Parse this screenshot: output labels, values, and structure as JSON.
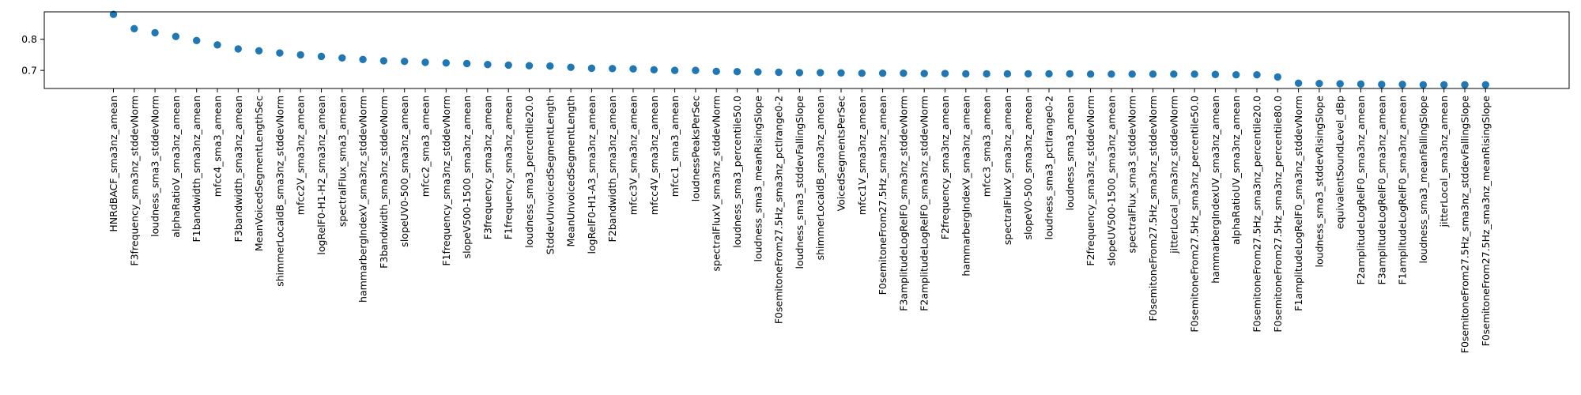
{
  "chart_data": {
    "type": "scatter",
    "title": "",
    "xlabel": "",
    "ylabel": "",
    "ylim": [
      0.642,
      0.888
    ],
    "yticks": [
      0.7,
      0.8
    ],
    "ytick_labels": [
      "0.7",
      "0.8"
    ],
    "grid": false,
    "legend": "none",
    "marker_color": "#1f77b4",
    "categories": [
      "HNRdBACF_sma3nz_amean",
      "F3frequency_sma3nz_stddevNorm",
      "loudness_sma3_stddevNorm",
      "alphaRatioV_sma3nz_amean",
      "F1bandwidth_sma3nz_amean",
      "mfcc4_sma3_amean",
      "F3bandwidth_sma3nz_amean",
      "MeanVoicedSegmentLengthSec",
      "shimmerLocaldB_sma3nz_stddevNorm",
      "mfcc2V_sma3nz_amean",
      "logRelF0-H1-H2_sma3nz_amean",
      "spectralFlux_sma3_amean",
      "hammarbergIndexV_sma3nz_stddevNorm",
      "F3bandwidth_sma3nz_stddevNorm",
      "slopeUV0-500_sma3nz_amean",
      "mfcc2_sma3_amean",
      "F1frequency_sma3nz_stddevNorm",
      "slopeV500-1500_sma3nz_amean",
      "F3frequency_sma3nz_amean",
      "F1frequency_sma3nz_amean",
      "loudness_sma3_percentile20.0",
      "StddevUnvoicedSegmentLength",
      "MeanUnvoicedSegmentLength",
      "logRelF0-H1-A3_sma3nz_amean",
      "F2bandwidth_sma3nz_amean",
      "mfcc3V_sma3nz_amean",
      "mfcc4V_sma3nz_amean",
      "mfcc1_sma3_amean",
      "loudnessPeaksPerSec",
      "spectralFluxV_sma3nz_stddevNorm",
      "loudness_sma3_percentile50.0",
      "loudness_sma3_meanRisingSlope",
      "F0semitoneFrom27.5Hz_sma3nz_pctlrange0-2",
      "loudness_sma3_stddevFallingSlope",
      "shimmerLocaldB_sma3nz_amean",
      "VoicedSegmentsPerSec",
      "mfcc1V_sma3nz_amean",
      "F0semitoneFrom27.5Hz_sma3nz_amean",
      "F3amplitudeLogRelF0_sma3nz_stddevNorm",
      "F2amplitudeLogRelF0_sma3nz_stddevNorm",
      "F2frequency_sma3nz_amean",
      "hammarbergIndexV_sma3nz_amean",
      "mfcc3_sma3_amean",
      "spectralFluxV_sma3nz_amean",
      "slopeV0-500_sma3nz_amean",
      "loudness_sma3_pctlrange0-2",
      "loudness_sma3_amean",
      "F2frequency_sma3nz_stddevNorm",
      "slopeUV500-1500_sma3nz_amean",
      "spectralFlux_sma3_stddevNorm",
      "F0semitoneFrom27.5Hz_sma3nz_stddevNorm",
      "jitterLocal_sma3nz_stddevNorm",
      "F0semitoneFrom27.5Hz_sma3nz_percentile50.0",
      "hammarbergIndexUV_sma3nz_amean",
      "alphaRatioUV_sma3nz_amean",
      "F0semitoneFrom27.5Hz_sma3nz_percentile20.0",
      "F0semitoneFrom27.5Hz_sma3nz_percentile80.0",
      "F1amplitudeLogRelF0_sma3nz_stddevNorm",
      "loudness_sma3_stddevRisingSlope",
      "equivalentSoundLevel_dBp",
      "F2amplitudeLogRelF0_sma3nz_amean",
      "F3amplitudeLogRelF0_sma3nz_amean",
      "F1amplitudeLogRelF0_sma3nz_amean",
      "loudness_sma3_meanFallingSlope",
      "jitterLocal_sma3nz_amean",
      "F0semitoneFrom27.5Hz_sma3nz_stddevFallingSlope",
      "F0semitoneFrom27.5Hz_sma3nz_meanRisingSlope"
    ],
    "values": [
      0.88,
      0.834,
      0.821,
      0.809,
      0.796,
      0.782,
      0.769,
      0.763,
      0.756,
      0.75,
      0.745,
      0.74,
      0.735,
      0.731,
      0.729,
      0.726,
      0.724,
      0.722,
      0.719,
      0.717,
      0.715,
      0.714,
      0.71,
      0.707,
      0.706,
      0.705,
      0.702,
      0.7,
      0.7,
      0.697,
      0.696,
      0.695,
      0.694,
      0.693,
      0.693,
      0.692,
      0.691,
      0.691,
      0.691,
      0.69,
      0.69,
      0.689,
      0.689,
      0.689,
      0.689,
      0.689,
      0.689,
      0.688,
      0.688,
      0.688,
      0.688,
      0.688,
      0.688,
      0.687,
      0.686,
      0.686,
      0.679,
      0.659,
      0.658,
      0.657,
      0.656,
      0.655,
      0.655,
      0.654,
      0.654,
      0.654,
      0.654
    ]
  }
}
